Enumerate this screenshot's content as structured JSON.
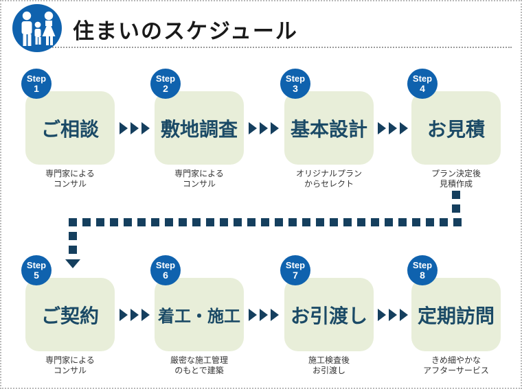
{
  "header": {
    "title": "住まいのスケジュール",
    "icon": "family-icon"
  },
  "colors": {
    "badge_blue": "#0f62ae",
    "box_green": "#e8eed9",
    "text_navy": "#1b4a66",
    "connector_navy": "#153f5e",
    "border_gray": "#b9b9b9",
    "rule_gray": "#9a9a9a"
  },
  "steps": [
    {
      "step_label": "Step",
      "number": "1",
      "title": "ご相談",
      "desc1": "専門家による",
      "desc2": "コンサル"
    },
    {
      "step_label": "Step",
      "number": "2",
      "title": "敷地調査",
      "desc1": "専門家による",
      "desc2": "コンサル"
    },
    {
      "step_label": "Step",
      "number": "3",
      "title": "基本設計",
      "desc1": "オリジナルプラン",
      "desc2": "からセレクト"
    },
    {
      "step_label": "Step",
      "number": "4",
      "title": "お見積",
      "desc1": "プラン決定後",
      "desc2": "見積作成"
    },
    {
      "step_label": "Step",
      "number": "5",
      "title": "ご契約",
      "desc1": "専門家による",
      "desc2": "コンサル"
    },
    {
      "step_label": "Step",
      "number": "6",
      "title": "着工・施工",
      "desc1": "厳密な施工管理",
      "desc2": "のもとで建築"
    },
    {
      "step_label": "Step",
      "number": "7",
      "title": "お引渡し",
      "desc1": "施工検査後",
      "desc2": "お引渡し"
    },
    {
      "step_label": "Step",
      "number": "8",
      "title": "定期訪問",
      "desc1": "きめ細やかな",
      "desc2": "アフターサービス"
    }
  ]
}
